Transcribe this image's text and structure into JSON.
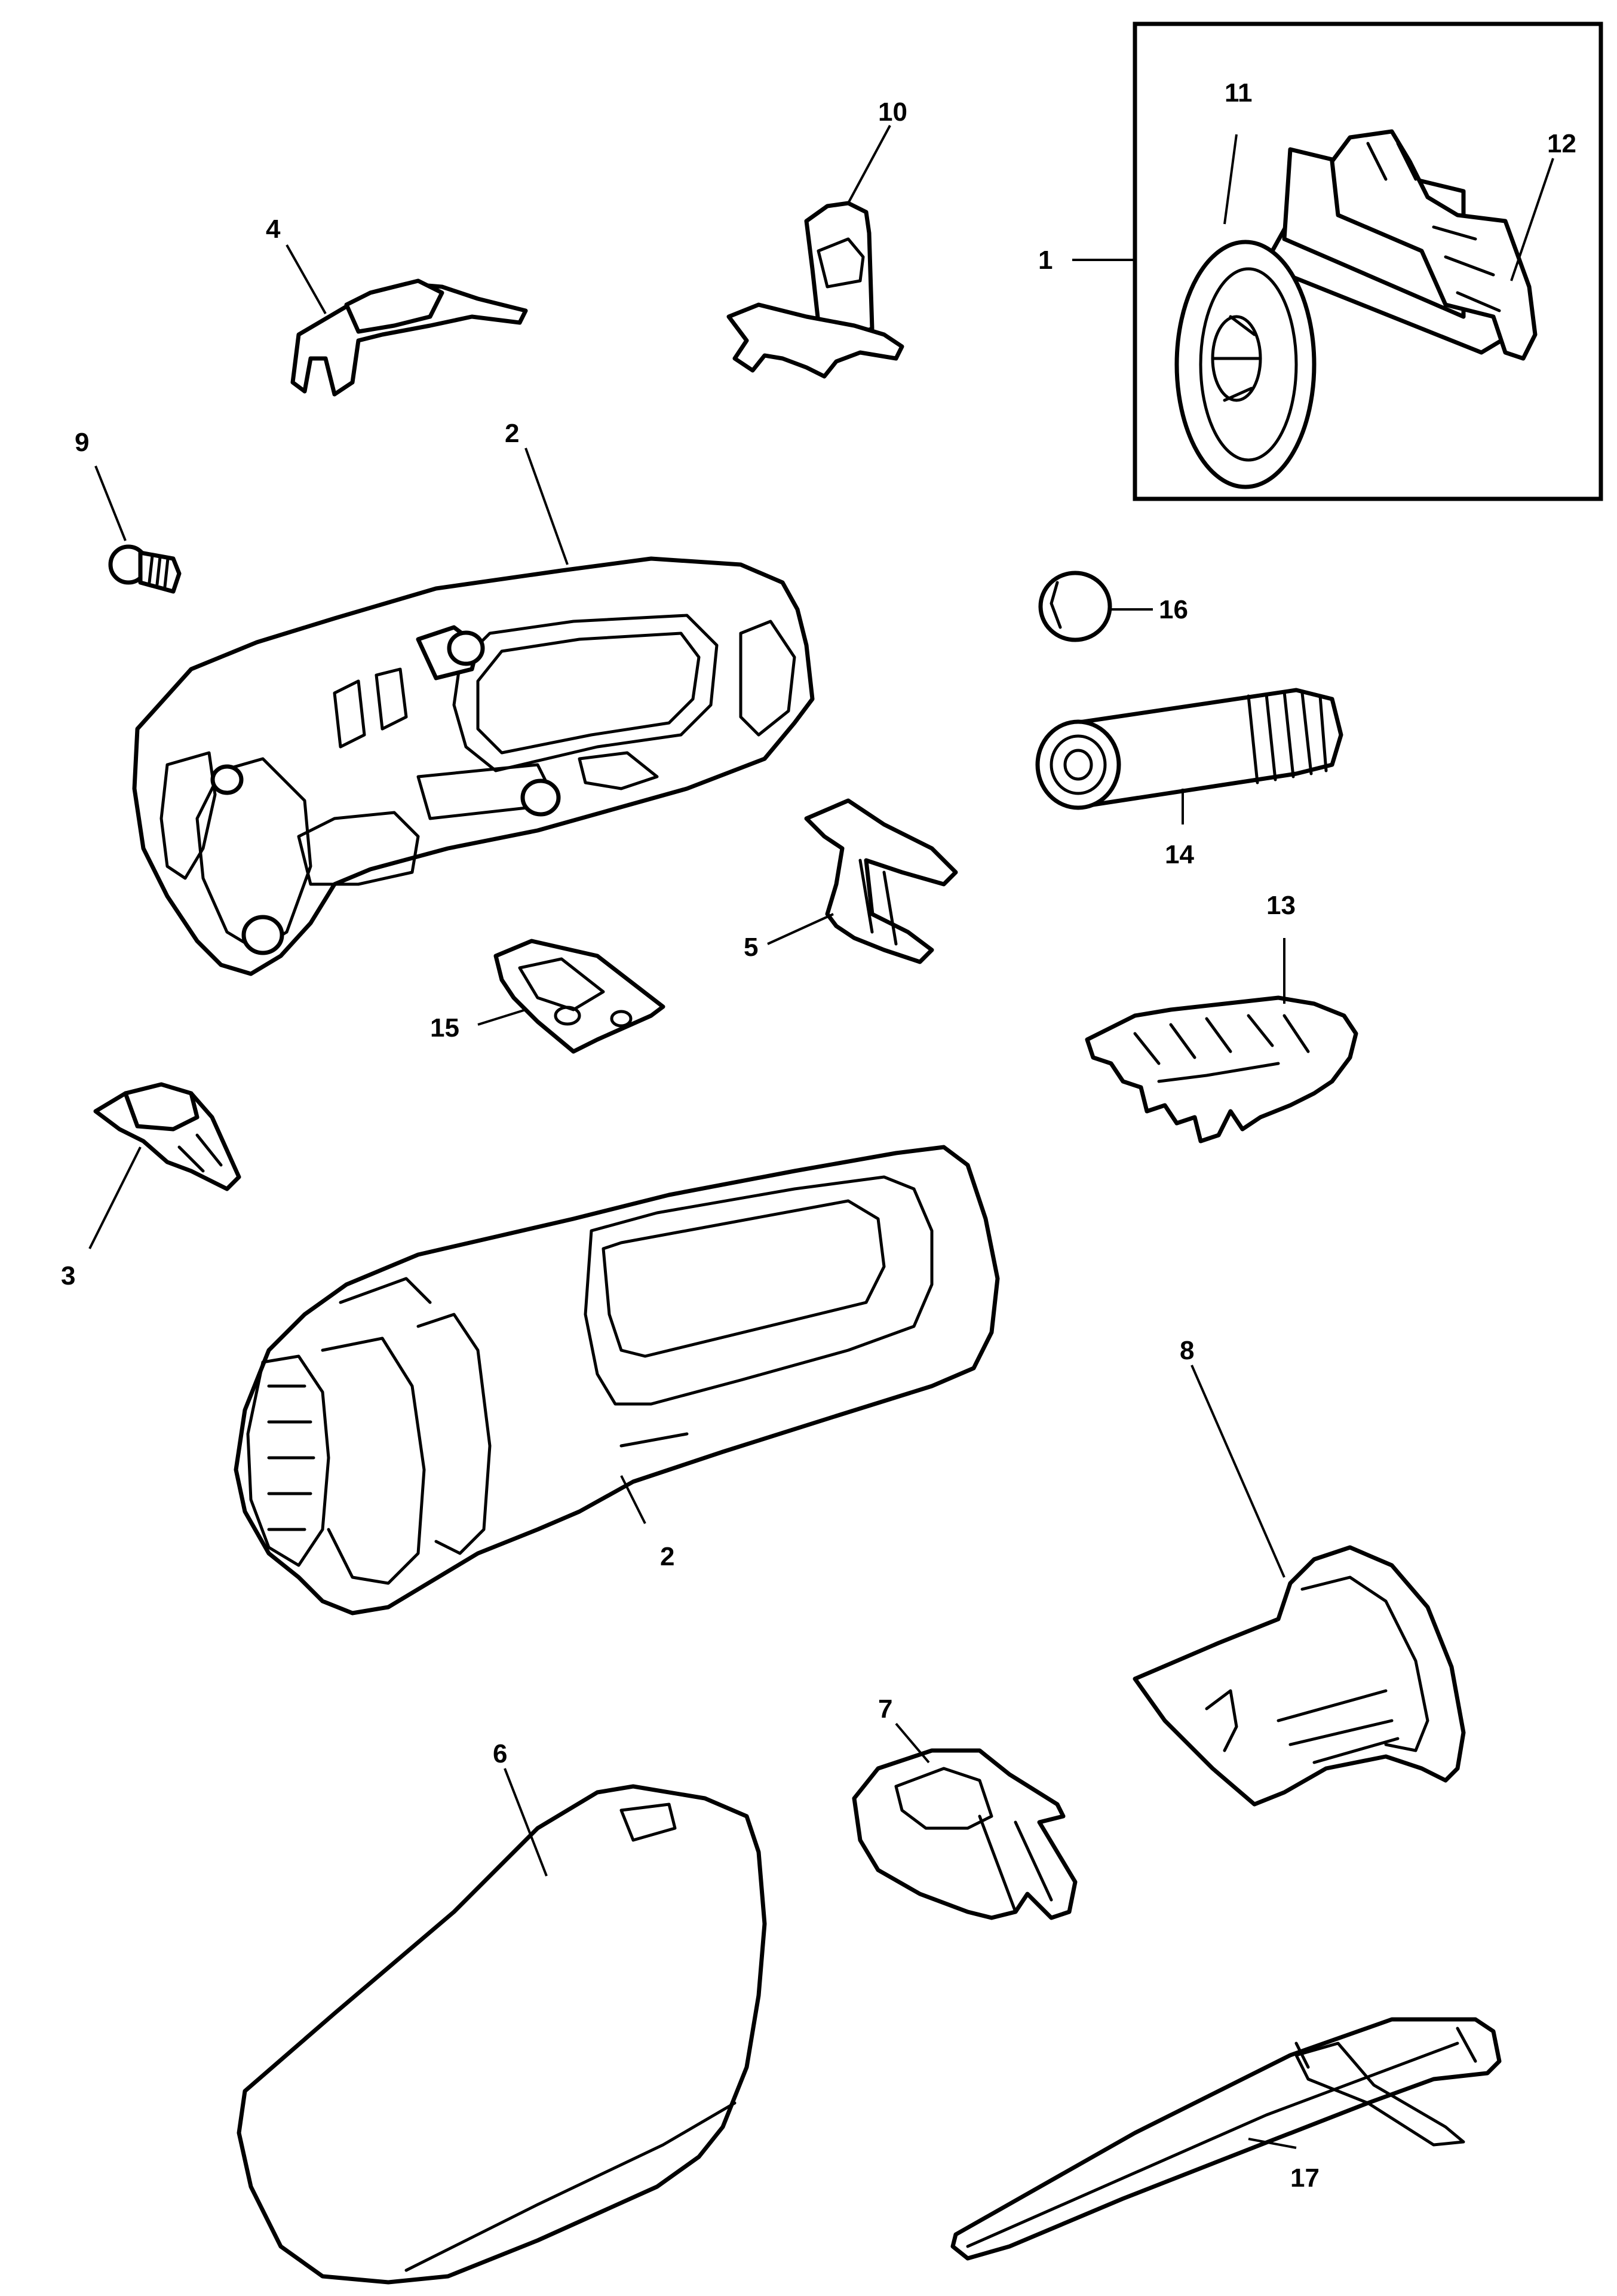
{
  "callouts": {
    "n1": "1",
    "n2a": "2",
    "n2b": "2",
    "n3": "3",
    "n4": "4",
    "n5": "5",
    "n6": "6",
    "n7": "7",
    "n8": "8",
    "n9": "9",
    "n10": "10",
    "n11": "11",
    "n12": "12",
    "n13": "13",
    "n14": "14",
    "n15": "15",
    "n16": "16",
    "n17": "17"
  }
}
